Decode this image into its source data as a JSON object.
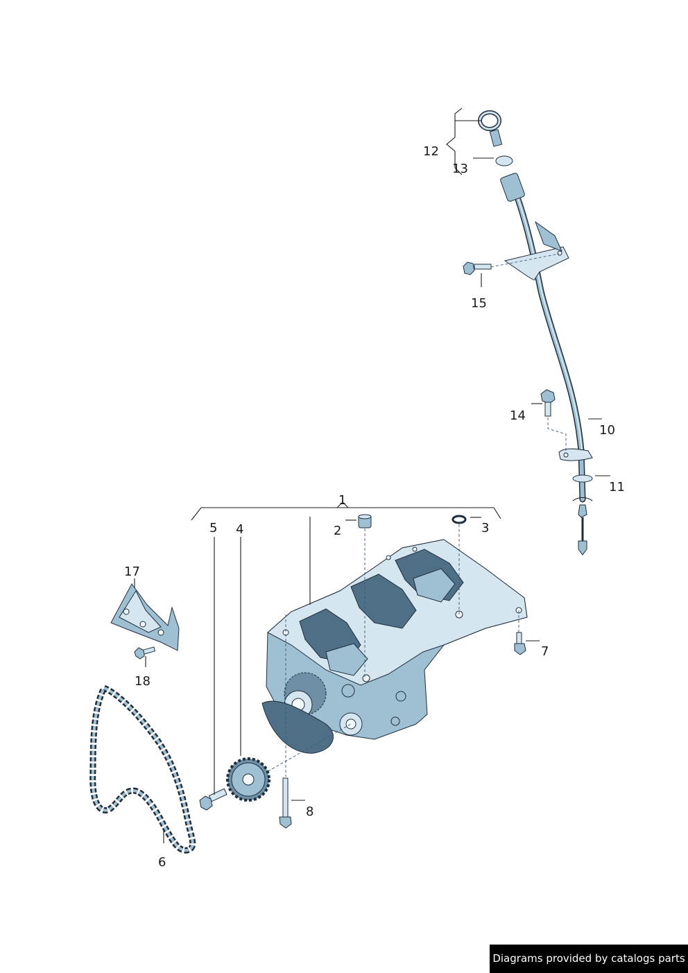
{
  "callouts": {
    "p1": "1",
    "p2": "2",
    "p3": "3",
    "p4": "4",
    "p5": "5",
    "p6": "6",
    "p7": "7",
    "p8": "8",
    "p10": "10",
    "p11": "11",
    "p12": "12",
    "p13": "13",
    "p14": "14",
    "p15": "15",
    "p17": "17",
    "p18": "18"
  },
  "credit": "Diagrams provided by catalogs parts",
  "colors": {
    "part_fill": "#9fbfd3",
    "part_shadow": "#4f6f86",
    "outline": "#1e2e3c",
    "badge_bg": "#000000"
  }
}
